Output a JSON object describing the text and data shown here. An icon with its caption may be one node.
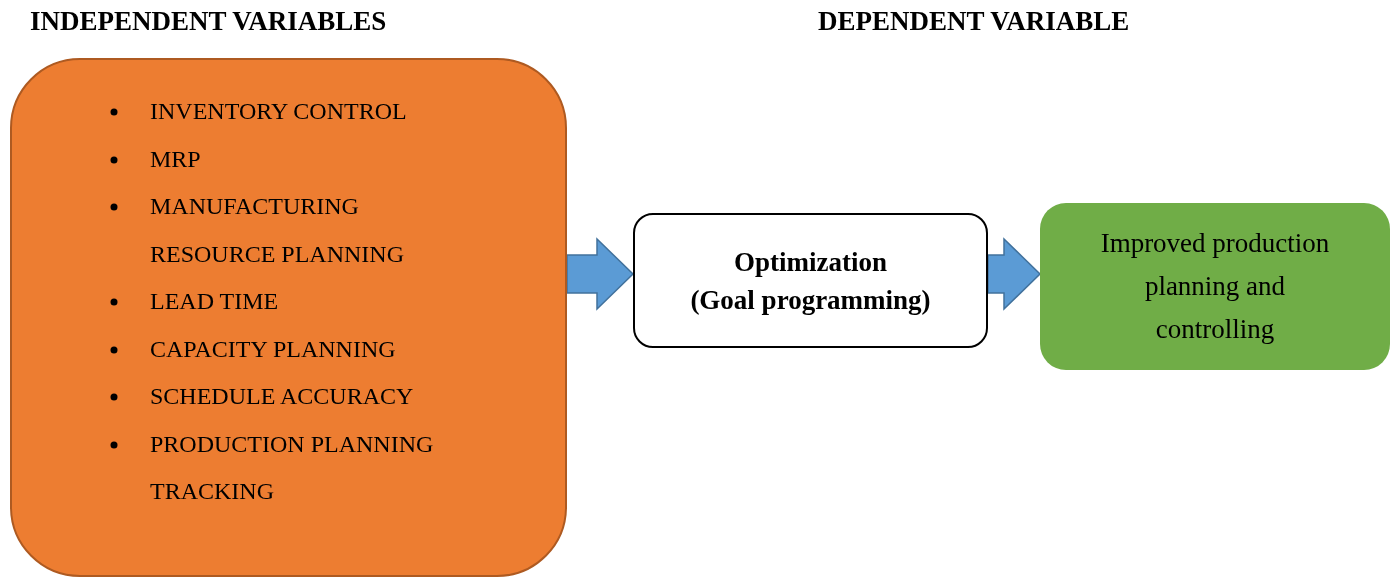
{
  "diagram": {
    "nodes": [
      {
        "text": [
          "INVENTORY CONTROL",
          "MRP",
          "MANUFACTURING RESOURCE PLANNING",
          "LEAD TIME",
          "CAPACITY PLANNING",
          "SCHEDULE ACCURACY",
          "PRODUCTION PLANNING TRACKING"
        ]
      },
      {
        "text": [
          "Optimization",
          "(Goal programming)"
        ]
      },
      {
        "text": [
          "Improved production planning and controlling"
        ]
      }
    ],
    "edges": [
      {
        "from": 0,
        "to": 1,
        "arrow": "to"
      },
      {
        "from": 1,
        "to": 2,
        "arrow": "to"
      }
    ],
    "labels": [
      "INDEPENDENT VARIABLES",
      "DEPENDENT VARIABLE"
    ]
  }
}
